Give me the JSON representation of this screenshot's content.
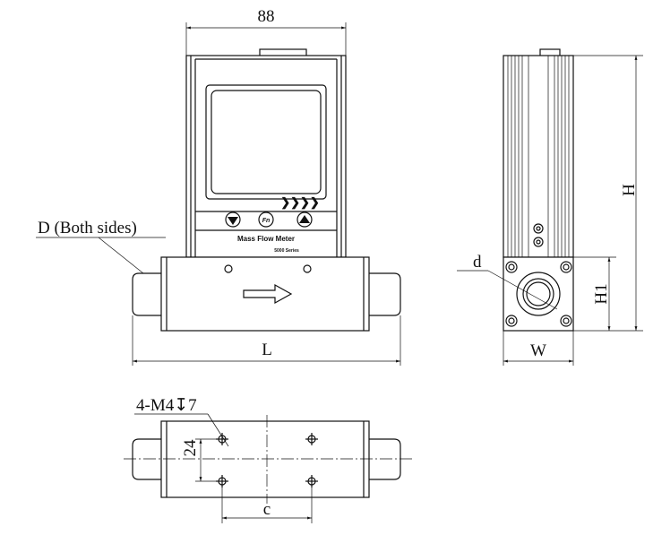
{
  "front_view": {
    "width_dim": "88",
    "length_dim": "L",
    "port_label": "D (Both sides)",
    "panel": {
      "button_fn": "Fn",
      "product_name": "Mass Flow Meter",
      "series": "5000 Series"
    }
  },
  "side_view": {
    "height_dim": "H",
    "base_height_dim": "H1",
    "width_dim": "W",
    "bore_label": "d"
  },
  "bottom_view": {
    "thread_label": "4-M4↧7",
    "hole_spacing_dim": "24",
    "hole_pitch_dim": "c"
  }
}
